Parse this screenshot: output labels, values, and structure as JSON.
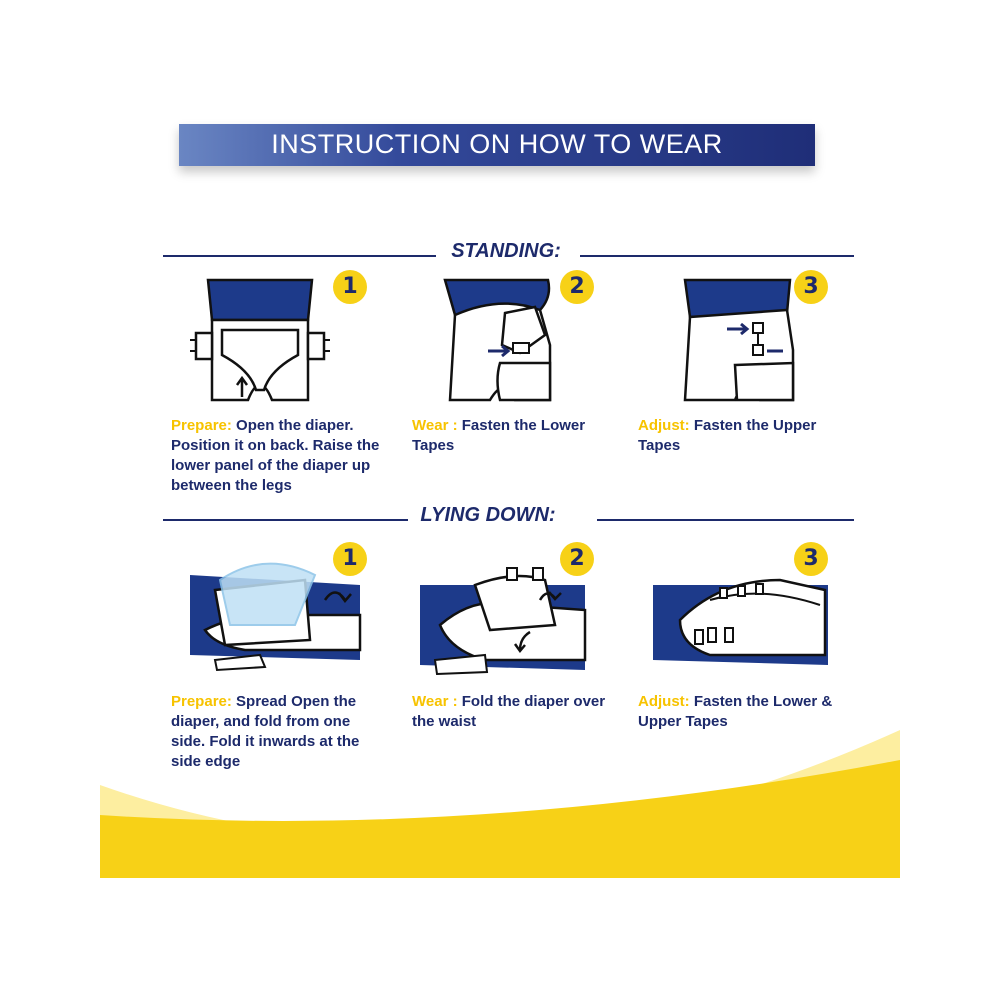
{
  "header": {
    "title": "INSTRUCTION ON HOW TO WEAR"
  },
  "sections": [
    {
      "title": "STANDING:",
      "steps": [
        {
          "number": "1",
          "label": "Prepare:",
          "text": "Open the diaper. Position it on back. Raise the lower panel of the diaper up between the legs"
        },
        {
          "number": "2",
          "label": "Wear :",
          "text": "Fasten the Lower Tapes"
        },
        {
          "number": "3",
          "label": "Adjust:",
          "text": "Fasten the Upper Tapes"
        }
      ]
    },
    {
      "title": "LYING DOWN:",
      "steps": [
        {
          "number": "1",
          "label": "Prepare:",
          "text": "Spread Open the diaper, and fold from one side. Fold it inwards at the side edge"
        },
        {
          "number": "2",
          "label": "Wear :",
          "text": "Fold the diaper over the waist"
        },
        {
          "number": "3",
          "label": "Adjust:",
          "text": "Fasten the Lower & Upper Tapes"
        }
      ]
    }
  ],
  "colors": {
    "navy": "#1d2a6b",
    "yellow": "#f7d117",
    "label_yellow": "#f7c300"
  }
}
